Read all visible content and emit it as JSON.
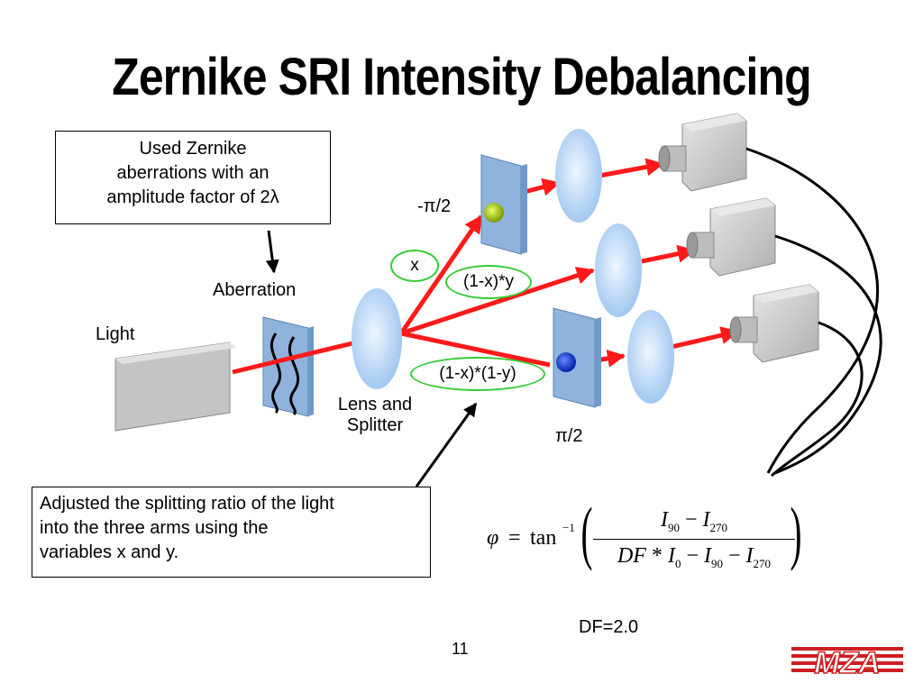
{
  "title": "Zernike SRI Intensity Debalancing",
  "box_top_lines": [
    "Used Zernike",
    "aberrations with an",
    "amplitude factor of 2λ"
  ],
  "box_bottom_lines": [
    "Adjusted the splitting ratio of the light",
    "into the three arms using the",
    "variables x and y."
  ],
  "labels": {
    "light": "Light",
    "aberration": "Aberration",
    "lens_line1": "Lens and",
    "lens_line2": "Splitter",
    "minus_pi_2": "-π/2",
    "pi_2": "π/2",
    "df": "DF=2.0",
    "page_number": "11"
  },
  "ovals": {
    "x": "x",
    "one_minus_x_y": "(1-x)*y",
    "one_minus_x_one_minus_y": "(1-x)*(1-y)"
  },
  "formula": {
    "phi": "φ",
    "equals": "=",
    "tan": "tan",
    "inv": "−1",
    "num_I": "I",
    "num_sub1": "90",
    "minus": "−",
    "num_sub2": "270",
    "den_DF": "DF",
    "den_star": "*",
    "den_sub0": "0",
    "den_sub1": "90",
    "den_sub2": "270"
  },
  "logo_text": "MZA",
  "colors": {
    "beam": "#ff1a1a",
    "lens": "#b9d6f5",
    "plate": "#8fb3dc",
    "oval_border": "#33cc33",
    "logo": "#cc1f1f"
  }
}
